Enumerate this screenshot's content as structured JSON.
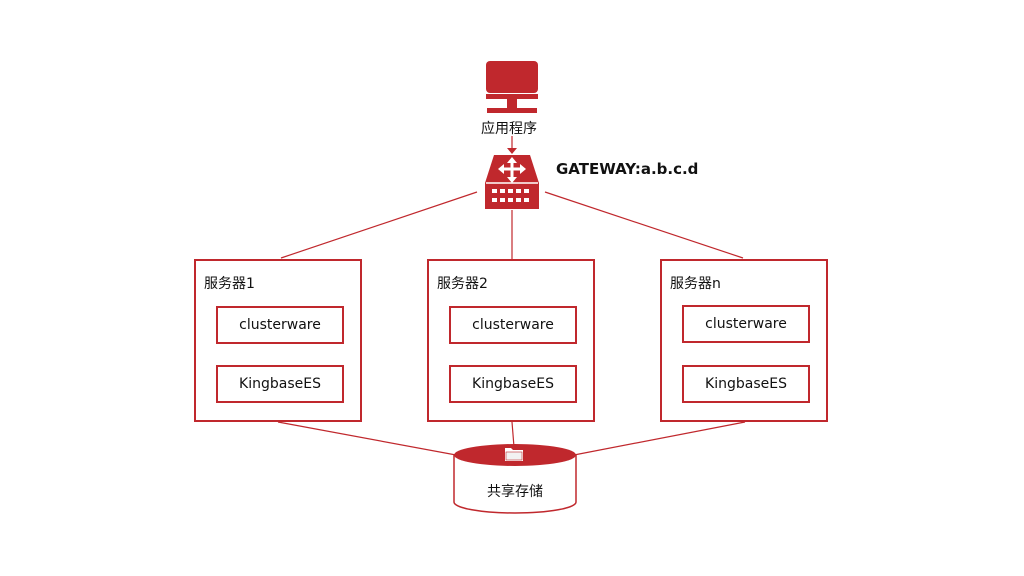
{
  "app": {
    "label": "应用程序",
    "icon": "monitor-icon"
  },
  "gateway": {
    "label": "GATEWAY:a.b.c.d",
    "icon": "router-icon"
  },
  "servers": [
    {
      "title": "服务器1",
      "components": [
        "clusterware",
        "KingbaseES"
      ]
    },
    {
      "title": "服务器2",
      "components": [
        "clusterware",
        "KingbaseES"
      ]
    },
    {
      "title": "服务器n",
      "components": [
        "clusterware",
        "KingbaseES"
      ]
    }
  ],
  "storage": {
    "label": "共享存储",
    "icon": "folder-icon"
  },
  "colors": {
    "accent": "#c0282d"
  }
}
